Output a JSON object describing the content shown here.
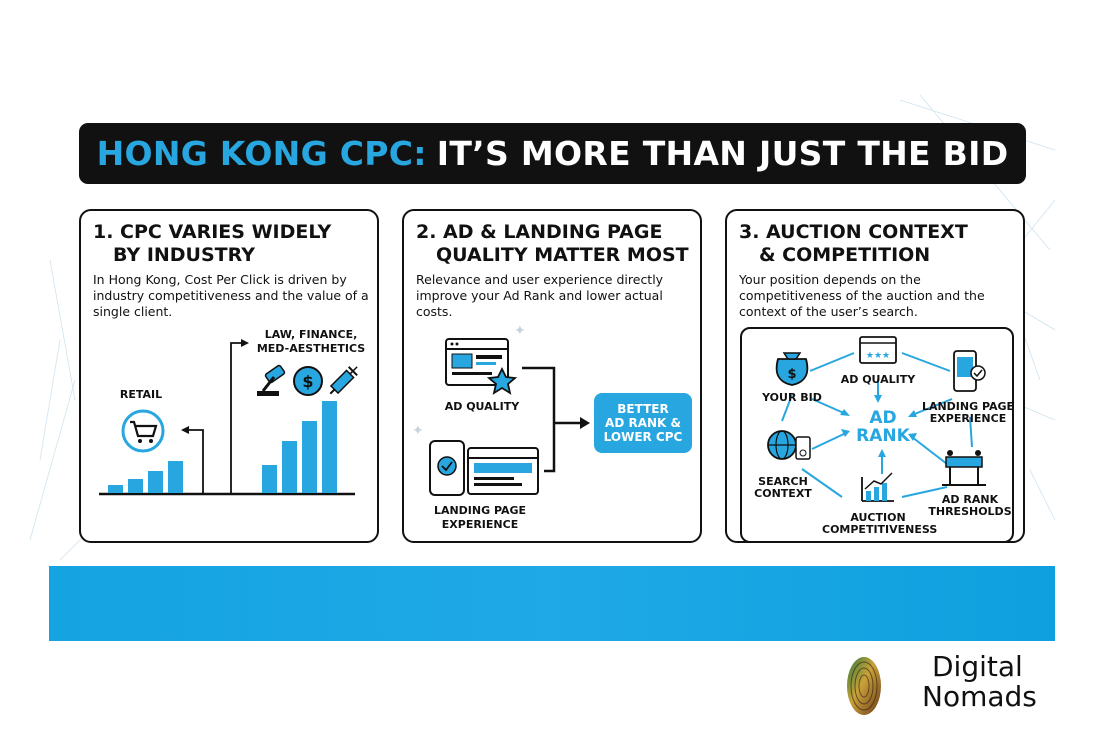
{
  "title": {
    "highlight": "HONG KONG CPC:",
    "rest": "IT’S MORE THAN JUST THE BID"
  },
  "panels": [
    {
      "heading_1": "1. CPC VARIES WIDELY",
      "heading_2": "BY INDUSTRY",
      "body": "In Hong Kong, Cost Per Click is driven by industry competitiveness and the value of a single client.",
      "labels": {
        "retail": "RETAIL",
        "law": "LAW, FINANCE,",
        "med": "MED-AESTHETICS"
      },
      "bars_retail": [
        8,
        14,
        22,
        32
      ],
      "bars_law": [
        28,
        52,
        72,
        92
      ],
      "icons": [
        "shopping-cart-icon",
        "gavel-icon",
        "dollar-icon",
        "syringe-icon"
      ]
    },
    {
      "heading_1": "2. AD & LANDING PAGE",
      "heading_2": "QUALITY MATTER MOST",
      "body": "Relevance and user experience directly improve your Ad Rank and lower actual costs.",
      "labels": {
        "ad_quality": "AD QUALITY",
        "landing_1": "LANDING PAGE",
        "landing_2": "EXPERIENCE"
      },
      "cta": {
        "l1": "BETTER",
        "l2": "AD RANK &",
        "l3": "LOWER CPC"
      }
    },
    {
      "heading_1": "3. AUCTION CONTEXT",
      "heading_2": "& COMPETITION",
      "body": "Your position depends on the competitiveness of the auction and the context of the user’s search.",
      "center_1": "AD",
      "center_2": "RANK",
      "nodes": {
        "your_bid": "YOUR BID",
        "ad_quality": "AD QUALITY",
        "landing_1": "LANDING PAGE",
        "landing_2": "EXPERIENCE",
        "search_1": "SEARCH",
        "search_2": "CONTEXT",
        "auction_1": "AUCTION",
        "auction_2": "COMPETITIVENESS",
        "thresh_1": "AD RANK",
        "thresh_2": "THRESHOLDS"
      }
    }
  ],
  "brand": {
    "line1": "Digital",
    "line2": "Nomads"
  },
  "colors": {
    "accent": "#27a6e0",
    "dark": "#111111",
    "band": "#15a3e2"
  }
}
